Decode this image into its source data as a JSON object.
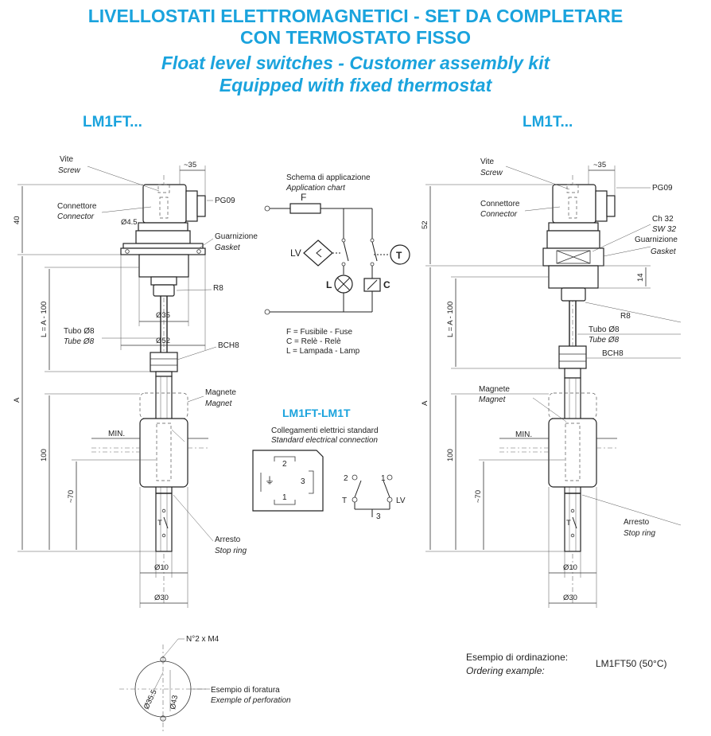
{
  "header": {
    "title_it_1": "LIVELLOSTATI ELETTROMAGNETICI - SET DA COMPLETARE",
    "title_it_2": "CON TERMOSTATO FISSO",
    "title_en_1": "Float level switches - Customer assembly kit",
    "title_en_2": "Equipped with fixed thermostat"
  },
  "models": {
    "left": "LM1FT...",
    "right": "LM1T..."
  },
  "left_drawing": {
    "dims": {
      "top_w": "~35",
      "h40": "40",
      "d45": "Ø4.5",
      "la": "L = A - 100",
      "d35": "Ø35",
      "d52": "Ø52",
      "a": "A",
      "h100": "100",
      "h70": "~70",
      "d10": "Ø10",
      "d30": "Ø30"
    },
    "labels": {
      "screw_it": "Vite",
      "screw_en": "Screw",
      "connector_it": "Connettore",
      "connector_en": "Connector",
      "pg09": "PG09",
      "gasket_it": "Guarnizione",
      "gasket_en": "Gasket",
      "r8": "R8",
      "tube_it": "Tubo Ø8",
      "tube_en": "Tube Ø8",
      "bch8": "BCH8",
      "magnet_it": "Magnete",
      "magnet_en": "Magnet",
      "min": "MIN.",
      "t": "T",
      "stop_it": "Arresto",
      "stop_en": "Stop ring"
    }
  },
  "right_drawing": {
    "dims": {
      "top_w": "~35",
      "h52": "52",
      "h14": "14",
      "la": "L = A - 100",
      "a": "A",
      "h100": "100",
      "h70": "~70",
      "d10": "Ø10",
      "d30": "Ø30"
    },
    "labels": {
      "screw_it": "Vite",
      "screw_en": "Screw",
      "connector_it": "Connettore",
      "connector_en": "Connector",
      "pg09": "PG09",
      "ch32": "Ch 32",
      "sw32": "SW 32",
      "gasket_it": "Guarnizione",
      "gasket_en": "Gasket",
      "r8": "R8",
      "tube_it": "Tubo Ø8",
      "tube_en": "Tube Ø8",
      "bch8": "BCH8",
      "magnet_it": "Magnete",
      "magnet_en": "Magnet",
      "min": "MIN.",
      "t": "T",
      "stop_it": "Arresto",
      "stop_en": "Stop ring"
    }
  },
  "application_chart": {
    "title_it": "Schema di applicazione",
    "title_en": "Application chart",
    "f": "F",
    "lv": "LV",
    "t": "T",
    "l": "L",
    "c": "C",
    "legend_f": "F = Fusibile - Fuse",
    "legend_c": "C = Relè - Relè",
    "legend_l": "L = Lampada - Lamp"
  },
  "wiring": {
    "subtitle": "LM1FT-LM1T",
    "title_it": "Collegamenti elettrici standard",
    "title_en": "Standard electrical connection",
    "pin2": "2",
    "pin3": "3",
    "pin1": "1",
    "ground": "⏚",
    "sw_2": "2",
    "sw_1": "1",
    "sw_t": "T",
    "sw_lv": "LV",
    "sw_3": "3"
  },
  "flange": {
    "holes": "N°2 x M4",
    "d355": "Ø35.5",
    "d43": "Ø43",
    "note_it": "Esempio di foratura",
    "note_en": "Exemple of perforation"
  },
  "ordering": {
    "label_it": "Esempio di ordinazione:",
    "label_en": "Ordering example:",
    "value": "LM1FT50 (50°C)"
  }
}
